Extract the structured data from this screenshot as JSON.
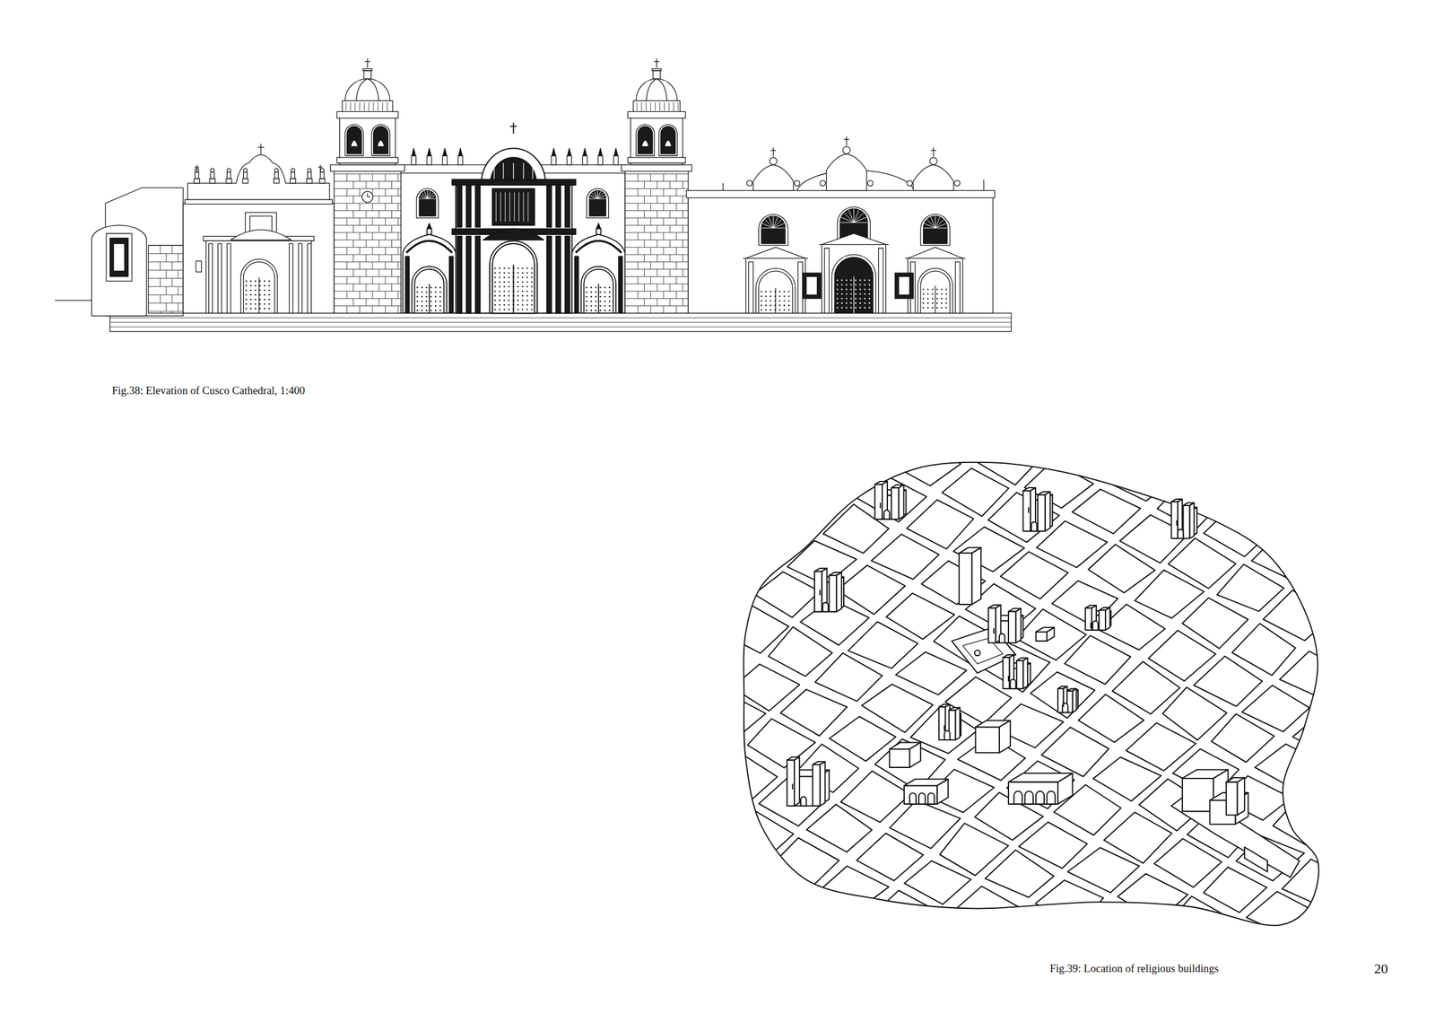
{
  "diagram": {
    "labels": [
      "Fig.38: Elevation of Cusco Cathedral, 1:400",
      "Fig.39: Location of religious buildings",
      "20"
    ]
  }
}
